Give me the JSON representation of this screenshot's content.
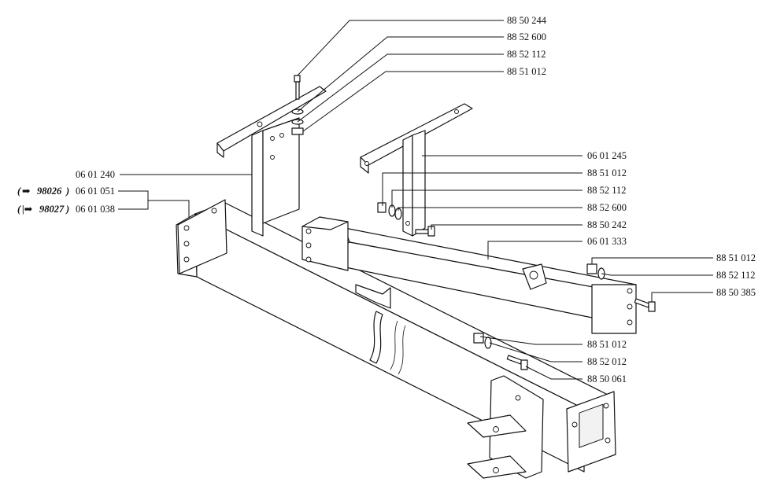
{
  "labels": {
    "l_885024": "88 50 244",
    "l_885260_top": "88 52 600",
    "l_885211_top": "88 52 112",
    "l_885101_top": "88 51 012",
    "l_060124": "06 01 240",
    "l_ref1_code": "98026",
    "l_060105": "06 01 051",
    "l_ref2_code": "98027",
    "l_060103": "06 01 038",
    "l_060124b": "06 01 245",
    "l_885101_mid": "88 51 012",
    "l_885211_mid": "88 52 112",
    "l_885260_mid": "88 52 600",
    "l_885024b": "88 50 242",
    "l_060133": "06 01 333",
    "l_885101_r": "88 51 012",
    "l_885211_r": "88 52 112",
    "l_885038": "88 50 385",
    "l_885101_bot": "88 51 012",
    "l_885201_bot": "88 52 012",
    "l_885006": "88 50 061"
  },
  "ref_marks": {
    "open_paren": "(",
    "close_paren": ")",
    "arrow1": "➡",
    "arrow2": "|➡"
  }
}
